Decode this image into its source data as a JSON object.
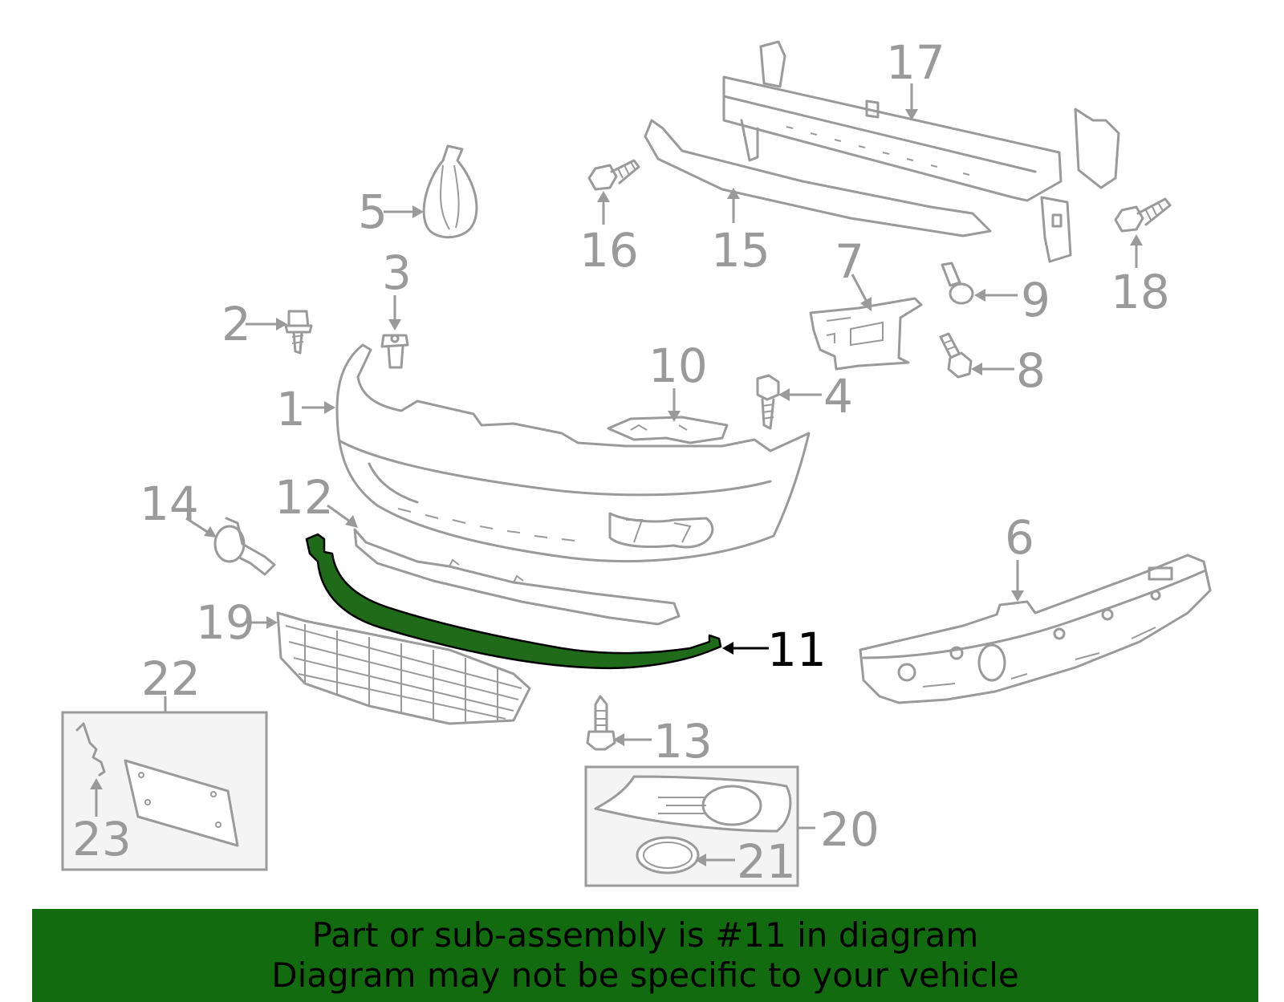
{
  "diagram": {
    "callouts": [
      "1",
      "2",
      "3",
      "4",
      "5",
      "6",
      "7",
      "8",
      "9",
      "10",
      "11",
      "12",
      "13",
      "14",
      "15",
      "16",
      "17",
      "18",
      "19",
      "20",
      "21",
      "22",
      "23"
    ],
    "highlighted": "11",
    "colors": {
      "highlight_part": "#1f6b1a",
      "banner": "#136b0f",
      "lines": "#9a9a9a"
    }
  },
  "banner": {
    "line1": "Part or sub-assembly is #11 in diagram",
    "line2": "Diagram may not be specific to your vehicle"
  }
}
